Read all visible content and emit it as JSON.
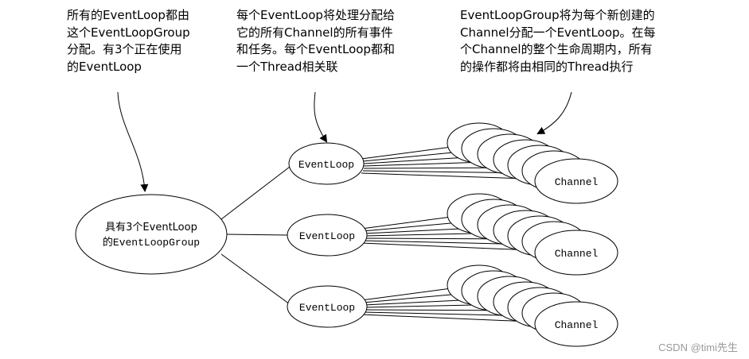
{
  "annotations": {
    "left": "所有的EventLoop都由\n这个EventLoopGroup\n分配。有3个正在使用\n的EventLoop",
    "middle": "每个EventLoop将处理分配给\n它的所有Channel的所有事件\n和任务。每个EventLoop都和\n一个Thread相关联",
    "right": "EventLoopGroup将为每个新创建的\nChannel分配一个EventLoop。在每\n个Channel的整个生命周期内，所有\n的操作都将由相同的Thread执行"
  },
  "group": {
    "label_line1": "具有3个EventLoop",
    "label_line2": "的EventLoopGroup"
  },
  "event_loops": [
    {
      "label": "EventLoop",
      "channel_label": "Channel"
    },
    {
      "label": "EventLoop",
      "channel_label": "Channel"
    },
    {
      "label": "EventLoop",
      "channel_label": "Channel"
    }
  ],
  "watermark": "CSDN @timi先生"
}
